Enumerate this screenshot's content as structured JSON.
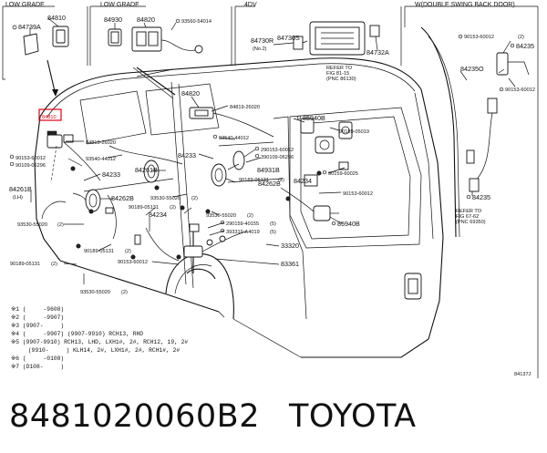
{
  "headers": {
    "low_grade_1": "LOW GRADE",
    "low_grade_2": "LOW GRADE",
    "fourwd": "4DV",
    "double_door": "W(DOUBLE SWING BACK DOOR)"
  },
  "labels": {
    "p84810": "84810",
    "p84739A": "84739A",
    "p84930": "84930",
    "p84820a": "84820",
    "p93560": "93560-54014",
    "p84730R": "84730R",
    "no2": "(No.2)",
    "p84730S": "84730S",
    "p84732A": "84732A",
    "refer_a1": "REFER TO",
    "refer_a2": "FIG 81-15",
    "refer_a3": "(PNC 86130)",
    "p90153_r1": "90153-60012",
    "r1_count": "(2)",
    "p84235": "84235",
    "p84235O": "84235O",
    "p90153_r2": "90153-60012",
    "p84235b": "84235",
    "refer_b1": "REFER TO",
    "refer_b2": "FIG 67-62",
    "refer_b3": "(PNC 69350)",
    "p84820b": "84820",
    "p84819": "84819-26020",
    "p85940B": "85940B",
    "p84810_red": "84810",
    "p84819b": "84819-26020",
    "p93540a": "93540-44012",
    "p90189a": "90189-05019",
    "p90153b": "90153-60012",
    "p90109a": "90109-06296",
    "p93540b": "93540-44012",
    "p290153": "290153-60012",
    "p390109": "390109-06296",
    "p84233a": "84233",
    "p84233b": "84233",
    "p84261B": "84261B",
    "p84931B": "84931B",
    "p90159": "90159-60025",
    "p90189b": "90189-05131",
    "b_count": "(2)",
    "p84262B": "84262B",
    "p84234a": "84234",
    "p84261B_lh": "84261B",
    "lh": "(LH)",
    "p84262Bb": "84262B",
    "p93530a": "93530-55020",
    "c_count": "(2)",
    "p90153c": "90153-60012",
    "p90189c": "90189-05131",
    "d_count": "(2)",
    "p85940Bb": "85940B",
    "p84234b": "84234",
    "p93530b": "93530-55020",
    "e_count": "(2)",
    "p290159": "290159-40155",
    "f_count": "(5)",
    "p393319": "393319-A4019",
    "g_count": "(5)",
    "p93530c": "93530-55020",
    "h_count": "(2)",
    "p90189d": "90189-05131",
    "i_count": "(2)",
    "p33320": "33320",
    "p90189e": "90189-05131",
    "j_count": "(2)",
    "p90153d": "90153-60012",
    "p83361": "83361",
    "p93530d": "93530-55020",
    "k_count": "(2)",
    "code": "84137J"
  },
  "notes": [
    "※1 (     -9608)",
    "※2 (     -9907)",
    "※3 (9907-     )",
    "※4 (     -9907) (9907-9910) RCH13, RHD",
    "※5 (9907-9910) RCH13, LHD, LXH1#, 2#, RCH12, 19, 2#",
    "     (9910-     ) KLH14, 2#, LXH1#, 2#, RCH1#, 2#",
    "※6 (     -0108)",
    "※7 (D108-     )"
  ],
  "caption": {
    "part_number": "8481020060B2",
    "brand": "TOYOTA"
  },
  "colors": {
    "highlight": "#e0000f",
    "ink": "#111111"
  }
}
